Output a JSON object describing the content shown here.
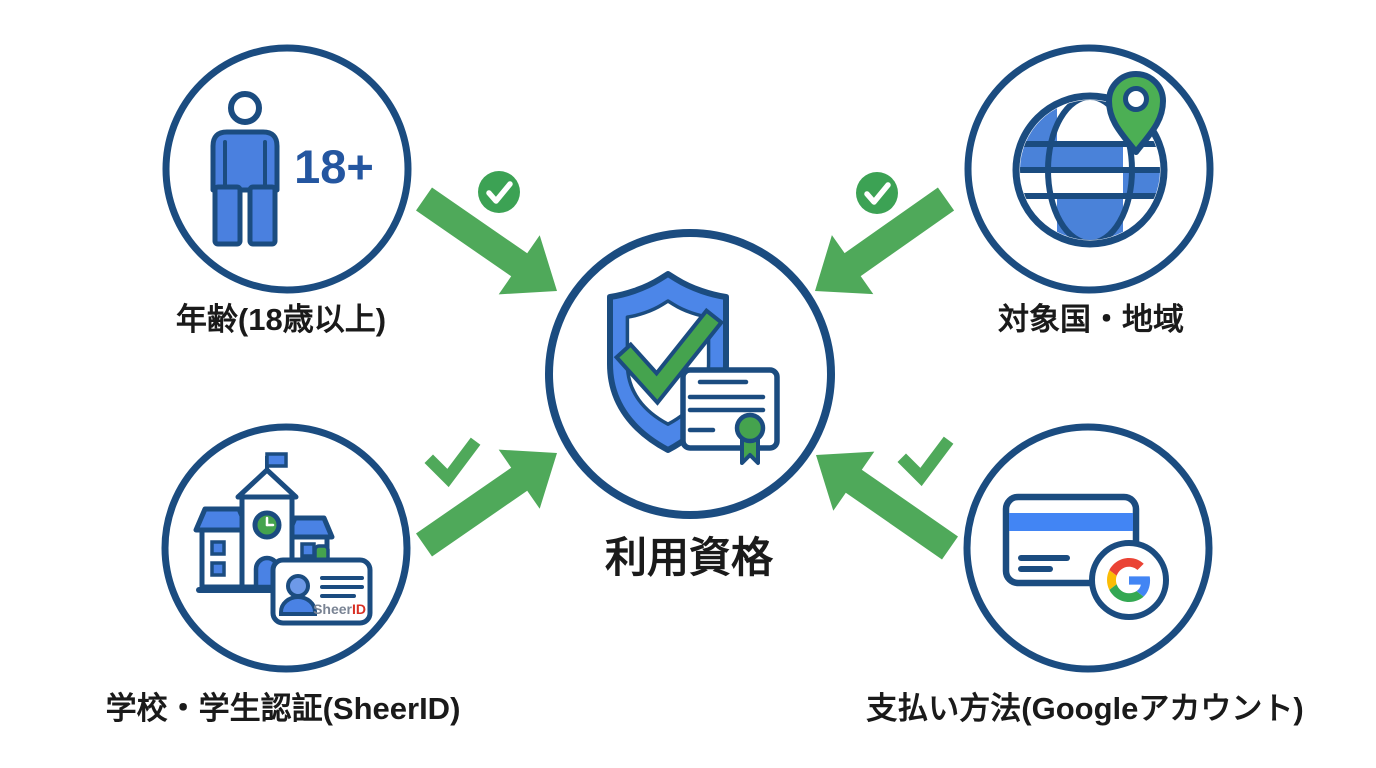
{
  "diagram": {
    "center": {
      "label": "利用資格"
    },
    "nodes": {
      "age": {
        "label": "年齢(18歳以上)",
        "badge": "18+"
      },
      "region": {
        "label": "対象国・地域"
      },
      "school": {
        "label": "学校・学生認証(SheerID)",
        "id_brand_prefix": "Sheer",
        "id_brand_suffix": "ID"
      },
      "payment": {
        "label": "支払い方法(Googleアカウント)"
      }
    },
    "colors": {
      "navy": "#1b4c80",
      "blue": "#4a82e4",
      "person_blue": "#4a80df",
      "light_blue": "#6d99e8",
      "green": "#4fa95a",
      "badge_green": "#3ca254",
      "icon_green": "#45a34e",
      "sheer_gray": "#7a8494",
      "sheer_red": "#d93025",
      "google_blue": "#4285F4",
      "google_red": "#EA4335",
      "google_yellow": "#FBBC05",
      "google_green": "#34A853",
      "text": "#1a1a1a"
    }
  }
}
